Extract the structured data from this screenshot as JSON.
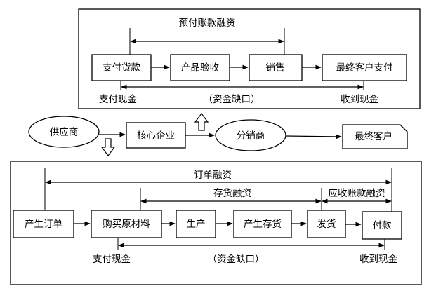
{
  "top": {
    "range_label": "预付账款融资",
    "nodes": [
      "支付货款",
      "产品验收",
      "销售",
      "最终客户支付"
    ],
    "left_label": "支付现金",
    "gap_label": "（资金缺口）",
    "right_label": "收到现金"
  },
  "middle": {
    "supplier": "供应商",
    "core": "核心企业",
    "distributor": "分销商",
    "customer": "最终客户"
  },
  "bottom": {
    "order_label": "订单融资",
    "inventory_label": "存货融资",
    "receivable_label": "应收账款融资",
    "nodes": [
      "产生订单",
      "购买原材料",
      "生产",
      "产生存货",
      "发货",
      "付款"
    ],
    "left_label": "支付现金",
    "gap_label": "（资金缺口）",
    "right_label": "收到现金"
  }
}
